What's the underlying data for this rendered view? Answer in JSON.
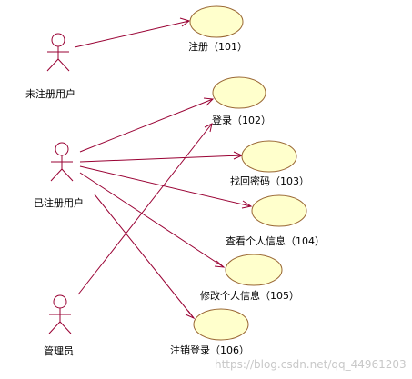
{
  "actors": {
    "unregistered": "未注册用户",
    "registered": "已注册用户",
    "admin": "管理员"
  },
  "use_cases": {
    "register": "注册（101）",
    "login": "登录（102）",
    "recover_password": "找回密码（103）",
    "view_info": "查看个人信息（104）",
    "edit_info": "修改个人信息（105）",
    "logout": "注销登录（106）"
  },
  "watermark": "https://blog.csdn.net/qq_44961203",
  "colors": {
    "ellipse_fill": "#ffffcc",
    "ellipse_stroke": "#996633",
    "actor_stroke": "#990033",
    "association": "#990033"
  }
}
